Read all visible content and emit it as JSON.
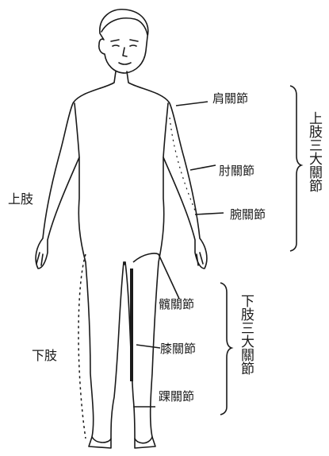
{
  "labels": {
    "upper_limb": "上肢",
    "lower_limb": "下肢",
    "shoulder_joint": "肩關節",
    "elbow_joint": "肘關節",
    "wrist_joint": "腕關節",
    "hip_joint": "髖關節",
    "knee_joint": "膝關節",
    "ankle_joint": "踝關節",
    "upper_limb_three_joints": "上肢三大關節",
    "lower_limb_three_joints": "下肢三大關節"
  },
  "colors": {
    "line": "#1a1a1a",
    "background": "#ffffff"
  }
}
